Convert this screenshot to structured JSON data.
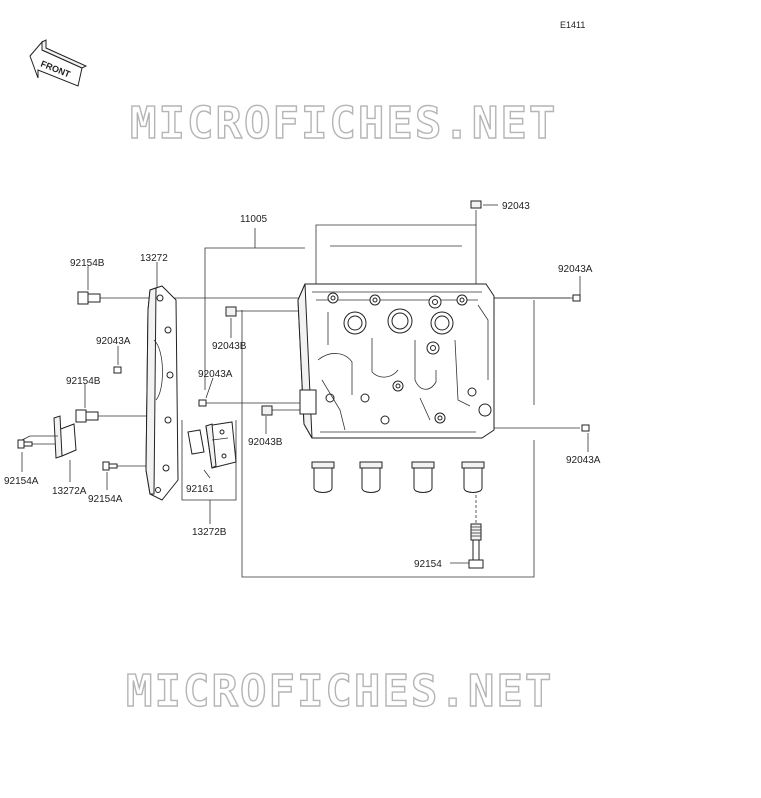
{
  "diagram_code": "E1411",
  "front_label": "FRONT",
  "watermark_text": "MICROFICHES.NET",
  "labels": {
    "p11005": "11005",
    "p92043_top": "92043",
    "p92154B_top": "92154B",
    "p13272": "13272",
    "p92043A_right_top": "92043A",
    "p92043A_left": "92043A",
    "p92043B_upper": "92043B",
    "p92043A_mid": "92043A",
    "p92154B_mid": "92154B",
    "p92043B_lower": "92043B",
    "p92043A_right_bottom": "92043A",
    "p92154A_left": "92154A",
    "p13272A": "13272A",
    "p92154A_bottom": "92154A",
    "p92161": "92161",
    "p13272B": "13272B",
    "p92154": "92154"
  },
  "colors": {
    "line": "#333333",
    "watermark": "#b5b5b5",
    "background": "#ffffff"
  },
  "icons": [
    "front-arrow-icon"
  ]
}
